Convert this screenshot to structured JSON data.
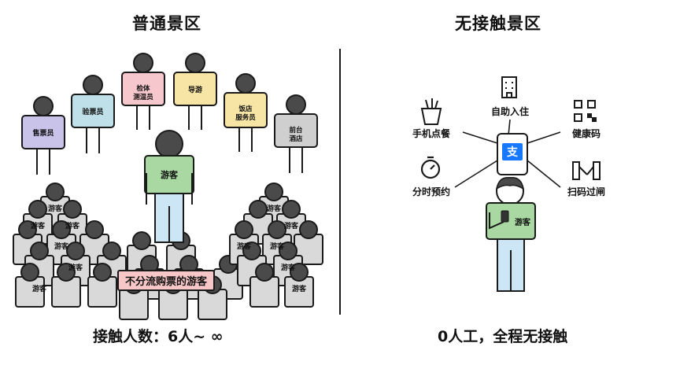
{
  "left_panel": {
    "title": "普通景区",
    "footer": "接触人数：6人~ ∞",
    "center_person": "游客",
    "crowd_tag": "不分流购票的游客",
    "crowd_person": "游客",
    "staff": [
      "售票员",
      "验票员",
      "检体测温员",
      "导游",
      "饭店服务员",
      "前台酒店"
    ]
  },
  "right_panel": {
    "title": "无接触景区",
    "footer": "0人工，全程无接触",
    "person": "游客",
    "phone_glyph": "支",
    "services": {
      "checkin": "自助入住",
      "ordering": "手机点餐",
      "health_code": "健康码",
      "booking": "分时预约",
      "gate": "扫码过闸"
    }
  },
  "colors": {
    "staff_purple": "#c9c3ea",
    "staff_blue": "#bfe0e8",
    "staff_pink": "#f6c7cc",
    "staff_yellow": "#f7e5a6",
    "staff_gray": "#cfcfcf",
    "tourist_green": "#a9d8a2",
    "tourist_pants": "#cde6f6",
    "crowd_shirt": "#d9d9d9",
    "phone_blue": "#1677ff"
  },
  "icons": [
    "building-icon",
    "food-bag-icon",
    "qr-code-icon",
    "stopwatch-icon",
    "gate-icon"
  ]
}
